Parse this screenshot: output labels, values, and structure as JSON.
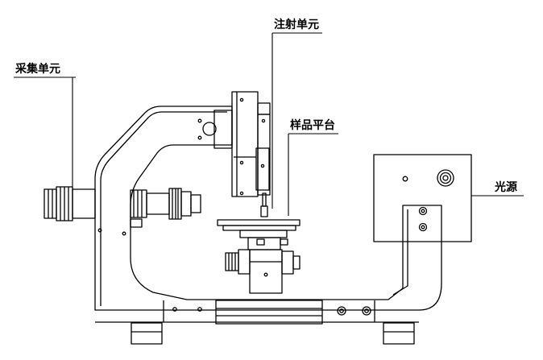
{
  "labels": {
    "injection_unit": "注射单元",
    "acquisition_unit": "采集单元",
    "sample_stage": "样品平台",
    "light_source": "光源"
  },
  "colors": {
    "line": "#000000",
    "background": "#ffffff"
  }
}
